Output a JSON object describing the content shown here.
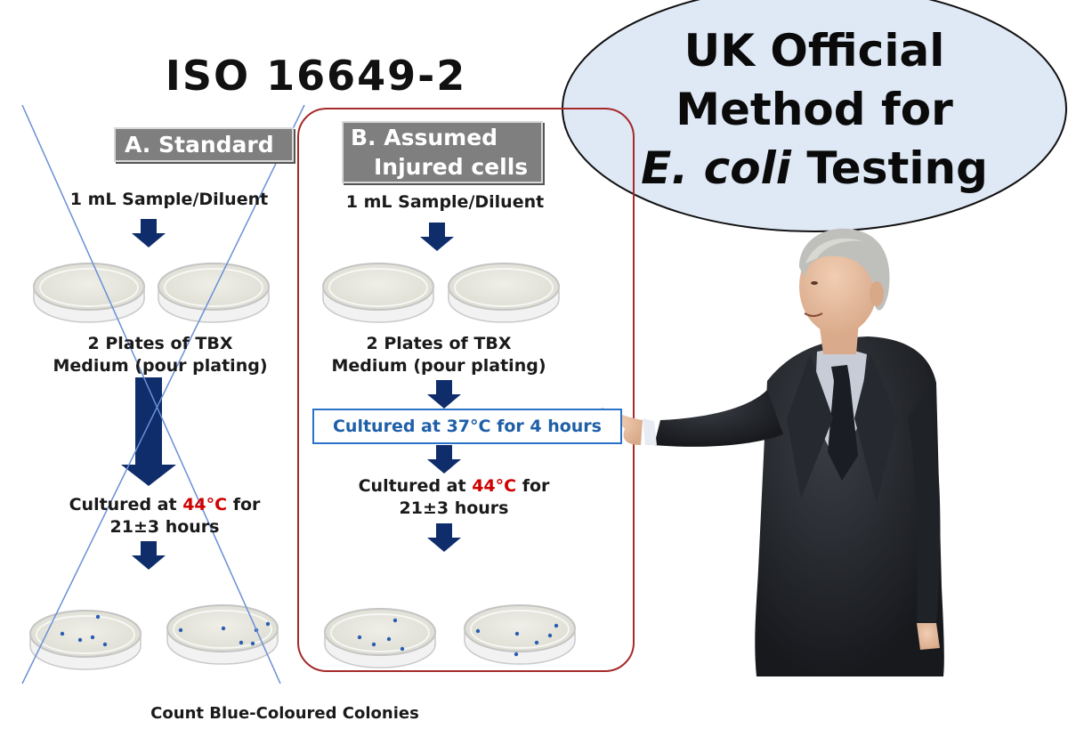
{
  "title": "ISO 16649-2",
  "bubble": {
    "line1": "UK Official",
    "line2": "Method for",
    "line3_italic": "E. coli",
    "line3_rest": " Testing"
  },
  "panel_a": {
    "header": "A. Standard",
    "sample": "1 mL Sample/Diluent",
    "plates_line1": "2 Plates of TBX",
    "plates_line2": "Medium (pour plating)",
    "cultured_prefix": "Cultured at ",
    "cultured_temp": "44°C",
    "cultured_suffix": " for",
    "hours": "21±3 hours"
  },
  "panel_b": {
    "header_line1": "B. Assumed",
    "header_line2": "Injured cells",
    "sample": "1 mL Sample/Diluent",
    "plates_line1": "2 Plates of TBX",
    "plates_line2": "Medium (pour plating)",
    "preincubation": "Cultured at 37°C for 4 hours",
    "cultured_prefix": "Cultured at ",
    "cultured_temp": "44°C",
    "cultured_suffix": " for",
    "hours": "21±3 hours"
  },
  "footer": "Count Blue-Coloured Colonies",
  "colors": {
    "arrow": "#0f2d6b",
    "highlight_red": "#d00000",
    "panel_border": "#a52a2a",
    "preincubation_border": "#2a72c9",
    "colony": "#2a5db0",
    "bubble_fill": "#dfe8f5"
  }
}
